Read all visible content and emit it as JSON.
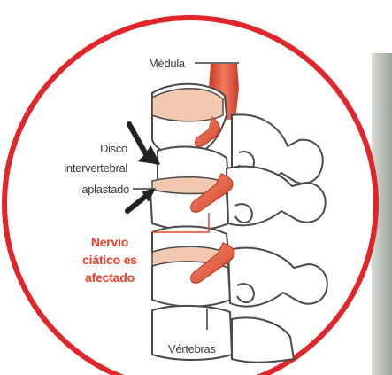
{
  "labels": {
    "medula": "Médula",
    "disco_line1": "Disco",
    "disco_line2": "intervertebral",
    "disco_line3": "aplastado",
    "nervio_line1": "Nervio",
    "nervio_line2": "ciático es",
    "nervio_line3": "afectado",
    "vertebras": "Vértebras"
  },
  "colors": {
    "circle_border": "#e0262b",
    "bone": "#ffffff",
    "bone_outline": "#4a4a4a",
    "disc": "#f2c9b0",
    "nerve": "#e0533c",
    "highlight_text": "#e8412c"
  }
}
